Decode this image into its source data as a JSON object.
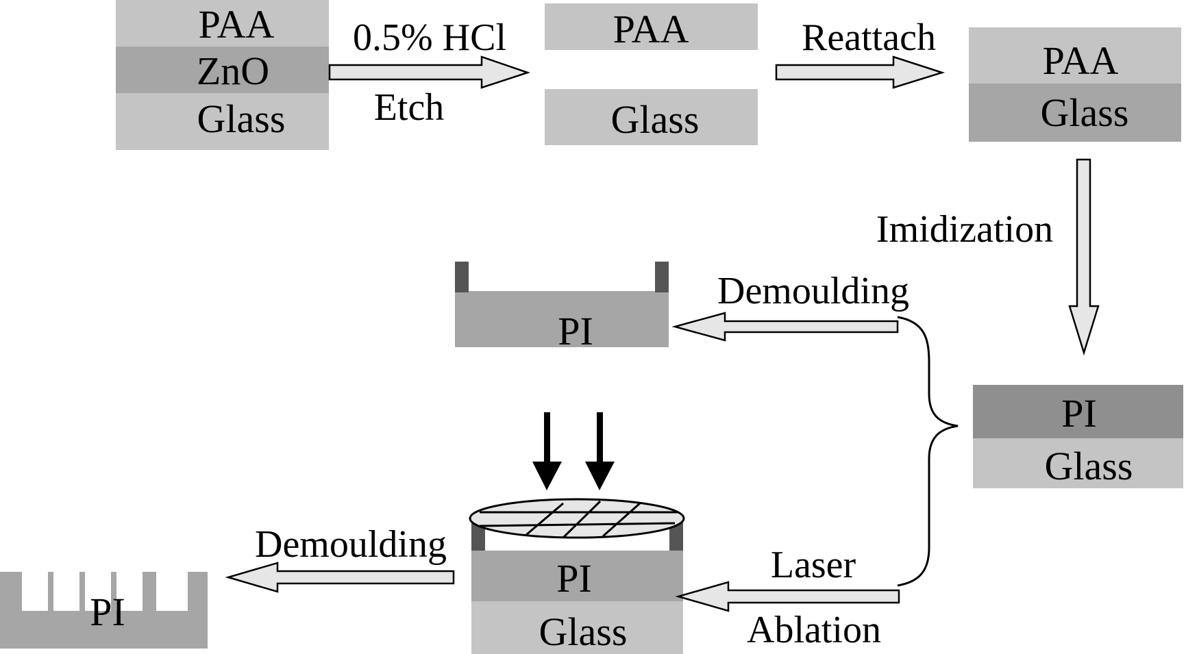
{
  "diagram": {
    "colors": {
      "light_layer": "#c4c4c4",
      "mid_layer": "#a6a6a6",
      "dark_layer": "#8f8f8f",
      "mold_wall": "#555555",
      "arrow_fill": "#e6e6e6",
      "stroke": "#000000"
    },
    "stack1": {
      "top": "PAA",
      "middle": "ZnO",
      "bottom": "Glass"
    },
    "stack2": {
      "top": "PAA",
      "bottom": "Glass"
    },
    "stack3": {
      "top": "PAA",
      "bottom": "Glass"
    },
    "stack4": {
      "top": "PI",
      "bottom": "Glass"
    },
    "mold_top": {
      "label": "PI"
    },
    "ablation_stack": {
      "top": "PI",
      "bottom": "Glass"
    },
    "final_product": {
      "label": "PI"
    },
    "steps": {
      "etch_top": "0.5% HCl",
      "etch_bottom": "Etch",
      "reattach": "Reattach",
      "imidization": "Imidization",
      "demoulding_upper": "Demoulding",
      "laser": "Laser",
      "ablation": "Ablation",
      "demoulding_lower": "Demoulding"
    }
  }
}
